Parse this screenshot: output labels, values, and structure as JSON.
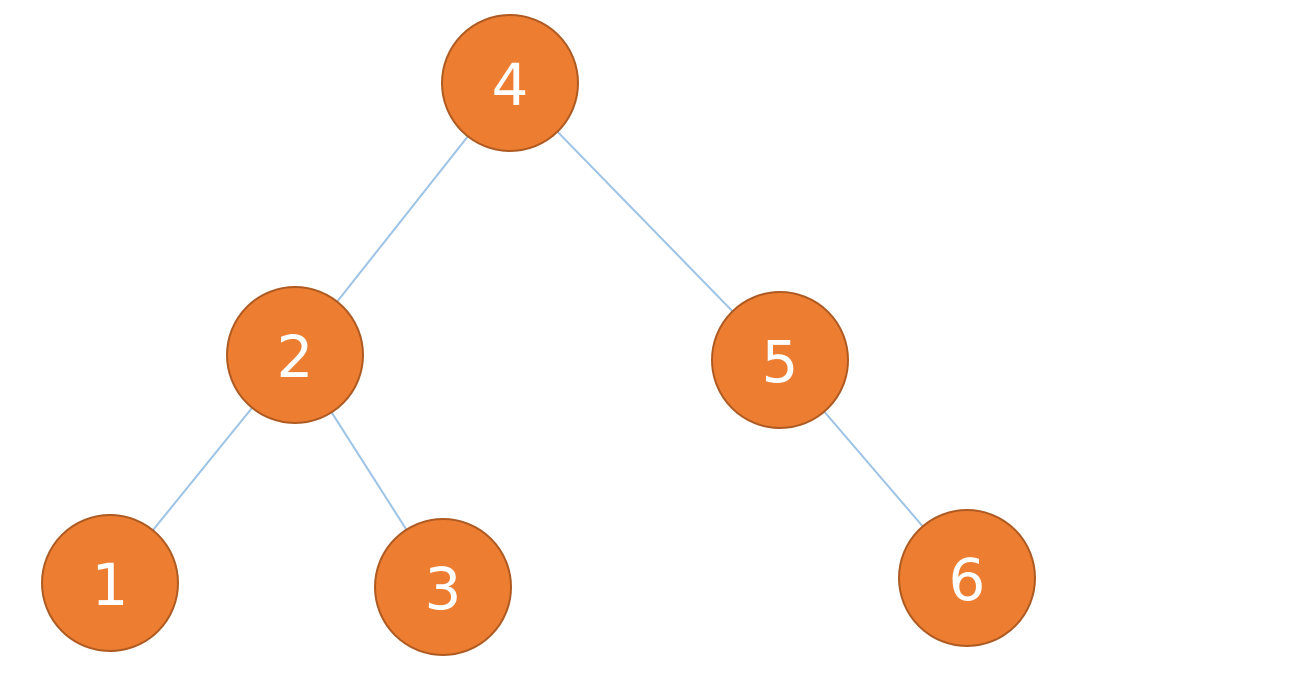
{
  "colors": {
    "node_fill": "#ED7D31",
    "node_stroke": "#AE5A21",
    "edge": "#9DC3E6",
    "label": "#FFFFFF"
  },
  "nodes": [
    {
      "id": "n4",
      "label": "4"
    },
    {
      "id": "n2",
      "label": "2"
    },
    {
      "id": "n5",
      "label": "5"
    },
    {
      "id": "n1",
      "label": "1"
    },
    {
      "id": "n3",
      "label": "3"
    },
    {
      "id": "n6",
      "label": "6"
    }
  ],
  "edges": [
    {
      "from": "n4",
      "to": "n2"
    },
    {
      "from": "n4",
      "to": "n5"
    },
    {
      "from": "n2",
      "to": "n1"
    },
    {
      "from": "n2",
      "to": "n3"
    },
    {
      "from": "n5",
      "to": "n6"
    }
  ]
}
